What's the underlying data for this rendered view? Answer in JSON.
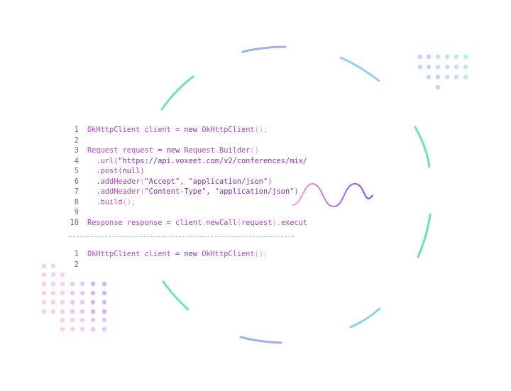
{
  "colors": {
    "code": "#b146c8",
    "keyword": "#8a2db8",
    "punctuation": "#d896e4",
    "line_number": "#6a6a7c",
    "ring_green": "#6fe3b8",
    "ring_blue": "#9bb3e8",
    "ring_teal": "#8ed3df",
    "wave_left": "#f29bd0",
    "wave_right": "#8a43e0"
  },
  "code_block_1": [
    {
      "n": "1",
      "parts": [
        {
          "t": "OkHttpClient client ",
          "c": "code"
        },
        {
          "t": "= new",
          "c": "kw"
        },
        {
          "t": " OkHttpClient",
          "c": "code"
        },
        {
          "t": "();",
          "c": "punc"
        }
      ]
    },
    {
      "n": "2",
      "parts": []
    },
    {
      "n": "3",
      "parts": [
        {
          "t": "Request request ",
          "c": "code"
        },
        {
          "t": "= new",
          "c": "kw"
        },
        {
          "t": " Request",
          "c": "code"
        },
        {
          "t": ".",
          "c": "punc"
        },
        {
          "t": "Builder",
          "c": "code"
        },
        {
          "t": "()",
          "c": "punc"
        }
      ]
    },
    {
      "n": "4",
      "parts": [
        {
          "t": "  .url(",
          "c": "code"
        },
        {
          "t": "\"https://api.voxeet.com/v2/conferences/mix/",
          "c": "kw"
        }
      ]
    },
    {
      "n": "5",
      "parts": [
        {
          "t": "  .post(",
          "c": "code"
        },
        {
          "t": "null",
          "c": "kw"
        },
        {
          "t": ")",
          "c": "code"
        }
      ]
    },
    {
      "n": "6",
      "parts": [
        {
          "t": "  .addHeader",
          "c": "code"
        },
        {
          "t": "(",
          "c": "punc"
        },
        {
          "t": "\"Accept\", \"application/json\"",
          "c": "kw"
        },
        {
          "t": ")",
          "c": "code"
        }
      ]
    },
    {
      "n": "7",
      "parts": [
        {
          "t": "  .addHeader",
          "c": "code"
        },
        {
          "t": "(",
          "c": "punc"
        },
        {
          "t": "\"Content-Type\", \"application/json\"",
          "c": "kw"
        },
        {
          "t": ")",
          "c": "code"
        }
      ]
    },
    {
      "n": "8",
      "parts": [
        {
          "t": "  .build",
          "c": "code"
        },
        {
          "t": "();",
          "c": "punc"
        }
      ]
    },
    {
      "n": "9",
      "parts": []
    },
    {
      "n": "10",
      "parts": [
        {
          "t": "Response response ",
          "c": "code"
        },
        {
          "t": "= ",
          "c": "kw"
        },
        {
          "t": "client",
          "c": "code"
        },
        {
          "t": ".",
          "c": "punc"
        },
        {
          "t": "newCall",
          "c": "code"
        },
        {
          "t": "(",
          "c": "punc"
        },
        {
          "t": "request",
          "c": "code"
        },
        {
          "t": ").",
          "c": "punc"
        },
        {
          "t": "execut",
          "c": "code"
        }
      ]
    }
  ],
  "code_block_2": [
    {
      "n": "1",
      "parts": [
        {
          "t": "OkHttpClient client ",
          "c": "code"
        },
        {
          "t": "= new",
          "c": "kw"
        },
        {
          "t": " OkHttpClient",
          "c": "code"
        },
        {
          "t": "();",
          "c": "punc"
        }
      ]
    },
    {
      "n": "2",
      "parts": []
    }
  ]
}
